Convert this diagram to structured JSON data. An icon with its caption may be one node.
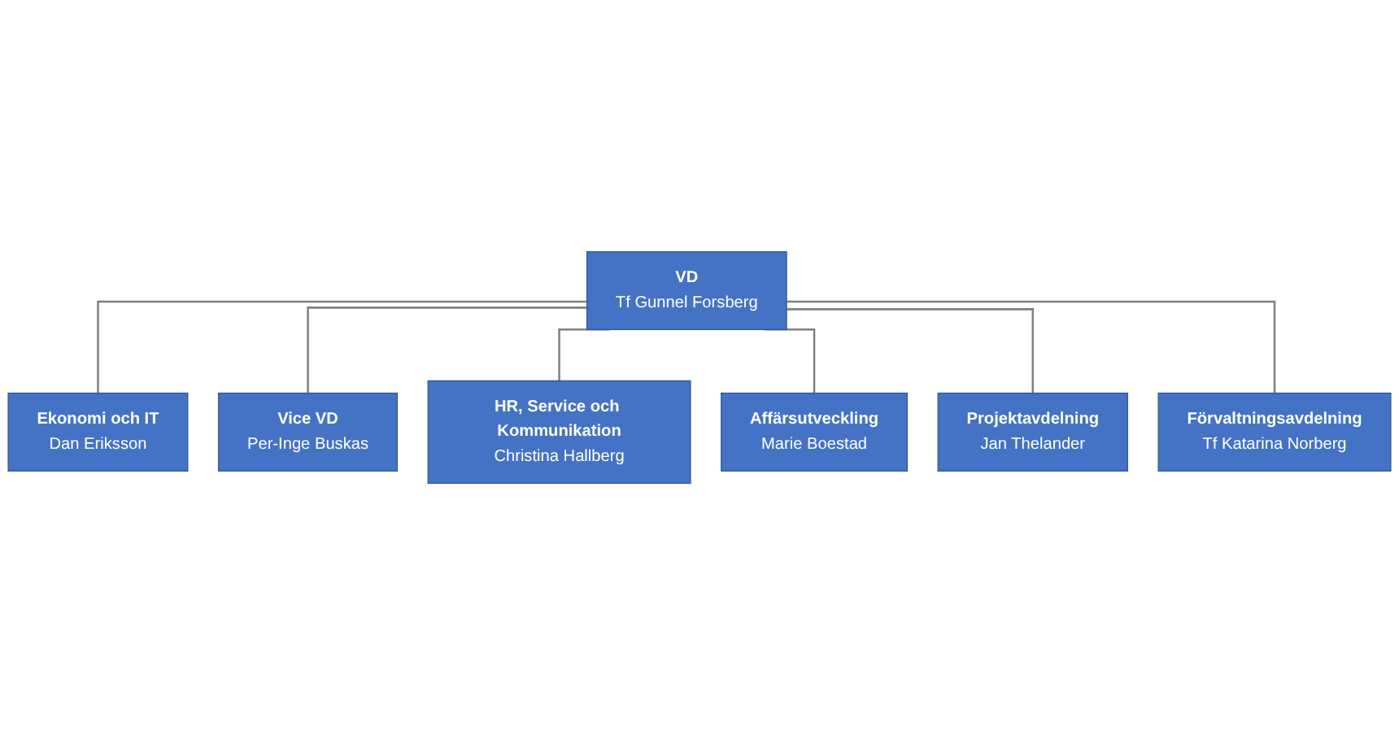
{
  "diagram": {
    "nodes": [
      {
        "text": [
          "VD",
          "Tf Gunnel Forsberg"
        ]
      },
      {
        "text": [
          "Ekonomi och IT",
          "Dan Eriksson"
        ]
      },
      {
        "text": [
          "Vice VD",
          "Per-Inge Buskas"
        ]
      },
      {
        "text": [
          "HR, Service och Kommunikation",
          "Christina Hallberg"
        ]
      },
      {
        "text": [
          "Affärsutveckling",
          "Marie Boestad"
        ]
      },
      {
        "text": [
          "Projektavdelning",
          "Jan Thelander"
        ]
      },
      {
        "text": [
          "Förvaltningsavdelning",
          "Tf Katarina Norberg"
        ]
      }
    ],
    "edges": [
      {
        "from": 0,
        "to": 1,
        "arrow": "none"
      },
      {
        "from": 0,
        "to": 2,
        "arrow": "none"
      },
      {
        "from": 0,
        "to": 3,
        "arrow": "none"
      },
      {
        "from": 0,
        "to": 4,
        "arrow": "none"
      },
      {
        "from": 0,
        "to": 5,
        "arrow": "none"
      },
      {
        "from": 0,
        "to": 6,
        "arrow": "none"
      }
    ]
  }
}
